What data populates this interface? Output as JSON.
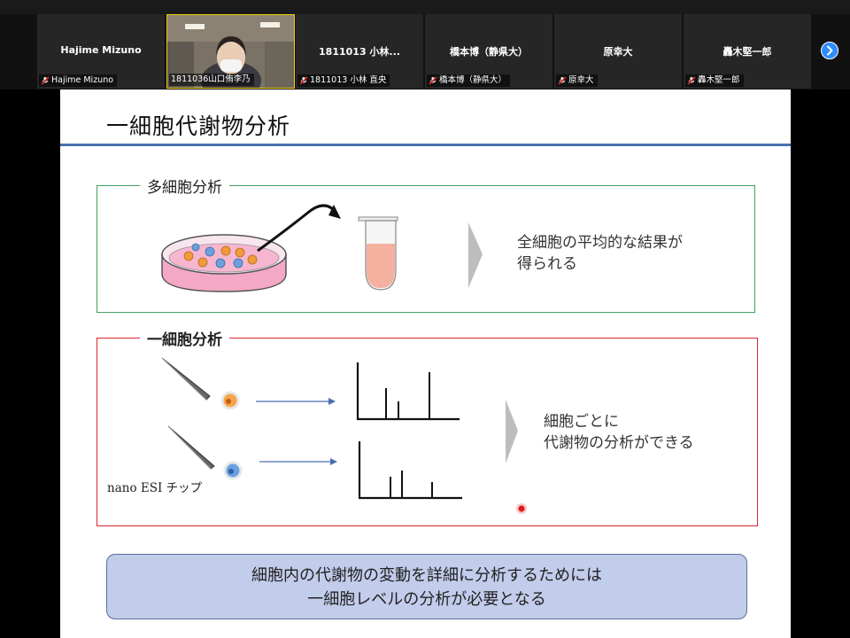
{
  "meeting": {
    "participants": [
      {
        "display_name": "Hajime Mizuno",
        "label": "Hajime Mizuno",
        "muted": true
      },
      {
        "display_name": "",
        "label": "1811036山口侑李乃",
        "muted": false,
        "video": true
      },
      {
        "display_name": "1811013 小林...",
        "label": "1811013 小林  直央",
        "muted": true
      },
      {
        "display_name": "橋本博（静県大）",
        "label": "橋本博（静県大）",
        "muted": true
      },
      {
        "display_name": "原幸大",
        "label": "原幸大",
        "muted": true
      },
      {
        "display_name": "轟木堅一郎",
        "label": "轟木堅一郎",
        "muted": true
      }
    ],
    "next_icon": "chevron-right-icon",
    "colors": {
      "accent": "#2d8cff",
      "muted_mic": "#e02828",
      "active_speaker": "#f0d000"
    }
  },
  "slide": {
    "title": "一細胞代謝物分析",
    "section1": {
      "label": "多細胞分析",
      "result_lines": [
        "全細胞の平均的な結果が",
        "得られる"
      ]
    },
    "section2": {
      "label": "一細胞分析",
      "chip_label": "nano ESI チップ",
      "result_lines": [
        "細胞ごとに",
        "代謝物の分析ができる"
      ]
    },
    "conclusion_lines": [
      "細胞内の代謝物の変動を詳細に分析するためには",
      "一細胞レベルの分析が必要となる"
    ],
    "colors": {
      "title_rule": "#4a6fb0",
      "section1_border": "#3da35c",
      "section2_border": "#e0242a",
      "conclusion_fill": "#c2cceb"
    }
  }
}
